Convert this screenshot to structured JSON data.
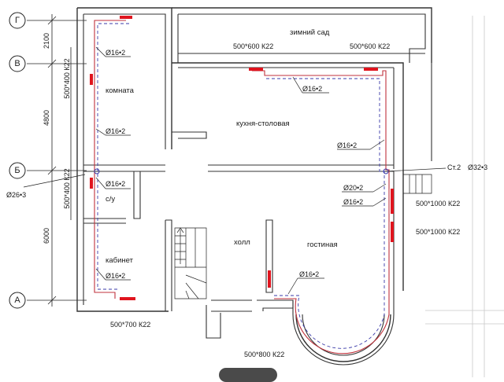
{
  "axes": {
    "horizontal": [
      "Г",
      "В",
      "Б",
      "А"
    ]
  },
  "dimensions": {
    "left_outer": [
      "2100",
      "4800",
      "6000"
    ],
    "left_inner": [
      "500*400 К22",
      "500*400 К22"
    ],
    "left_pipe": "Ø26•3"
  },
  "rooms": {
    "winter_garden": "зимний сад",
    "room": "комната",
    "kitchen": "кухня-столовая",
    "wc": "с/у",
    "office": "кабинет",
    "hall": "холл",
    "living": "гостиная"
  },
  "radiators": {
    "top_left": "500*600 К22",
    "top_right": "500*600 К22",
    "right_1": "500*1000 К22",
    "right_2": "500*1000 К22",
    "bottom_left": "500*700 К22",
    "bottom_mid": "500*800 К22"
  },
  "pipes": {
    "room_top": "Ø16•2",
    "room_bottom": "Ø16•2",
    "kitchen_top": "Ø16•2",
    "kitchen_right": "Ø16•2",
    "wc": "Ø16•2",
    "office": "Ø16•2",
    "living_a": "Ø20•2",
    "living_b": "Ø16•2",
    "living_bottom": "Ø16•2",
    "riser": "Ст.2",
    "riser_pipe": "Ø32•3"
  }
}
